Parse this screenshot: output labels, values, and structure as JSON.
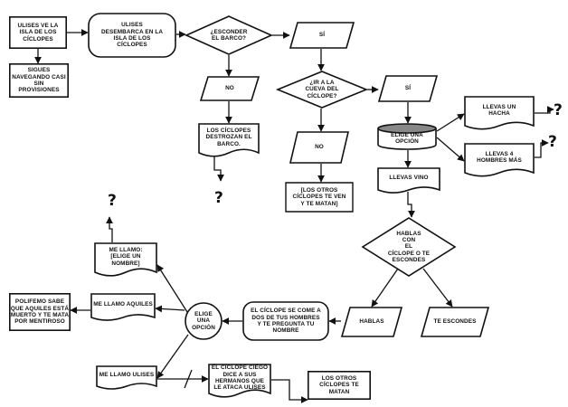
{
  "nodes": {
    "n1": "ULISES VE LA\nISLA DE LOS\nCÍCLOPES",
    "n2": "SIGUES\nNAVEGANDO CASI\nSIN\nPROVISIONES",
    "n3": "ULISES\nDESEMBARCA EN LA\nISLA DE LOS\nCÍCLOPES",
    "d1": "¿ESCONDER\nEL BARCO?",
    "si1": "SÍ",
    "no1": "NO",
    "n4": "LOS CÍCLOPES\nDESTROZAN EL\nBARCO.",
    "d2": "¿IR A LA\nCUEVA DEL\nCÍCLOPE?",
    "si2": "SÍ",
    "no2": "NO",
    "n5": "[LOS OTROS\nCÍCLOPES TE VEN\nY TE MATAN]",
    "opt1": "ELIGE UNA\nOPCIÓN",
    "hacha": "LLEVAS UN\nHACHA",
    "hombres": "LLEVAS 4\nHOMBRES MÁS",
    "vino": "LLEVAS VINO",
    "d3": "HABLAS\nCON\nEL\nCÍCLOPE O TE\nESCONDES",
    "hablas": "HABLAS",
    "escondes": "TE ESCONDES",
    "come": "EL CÍCLOPE SE COME A\nDOS DE TUS HOMBRES\nY TE PREGUNTA TU\nNOMBRE",
    "opt2": "ELIGE\nUNA\nOPCIÓN",
    "nombre": "ME LLAMO:\n[ELIGE UN\nNOMBRE]",
    "aquiles": "ME LLAMO AQUILES",
    "polifemo": "POLIFEMO SABE\nQUE AQUILES ESTÁ\nMUERTO Y TE MATA\nPOR MENTIROSO",
    "ulises": "ME LLAMO ULISES",
    "ciego": "EL CÍCLOPE CIEGO\nDICE A SUS\nHERMANOS QUE\nLE ATACA ULISES",
    "matan": "LOS OTROS\nCÍCLOPES TE\nMATAN"
  },
  "question_mark": "?"
}
